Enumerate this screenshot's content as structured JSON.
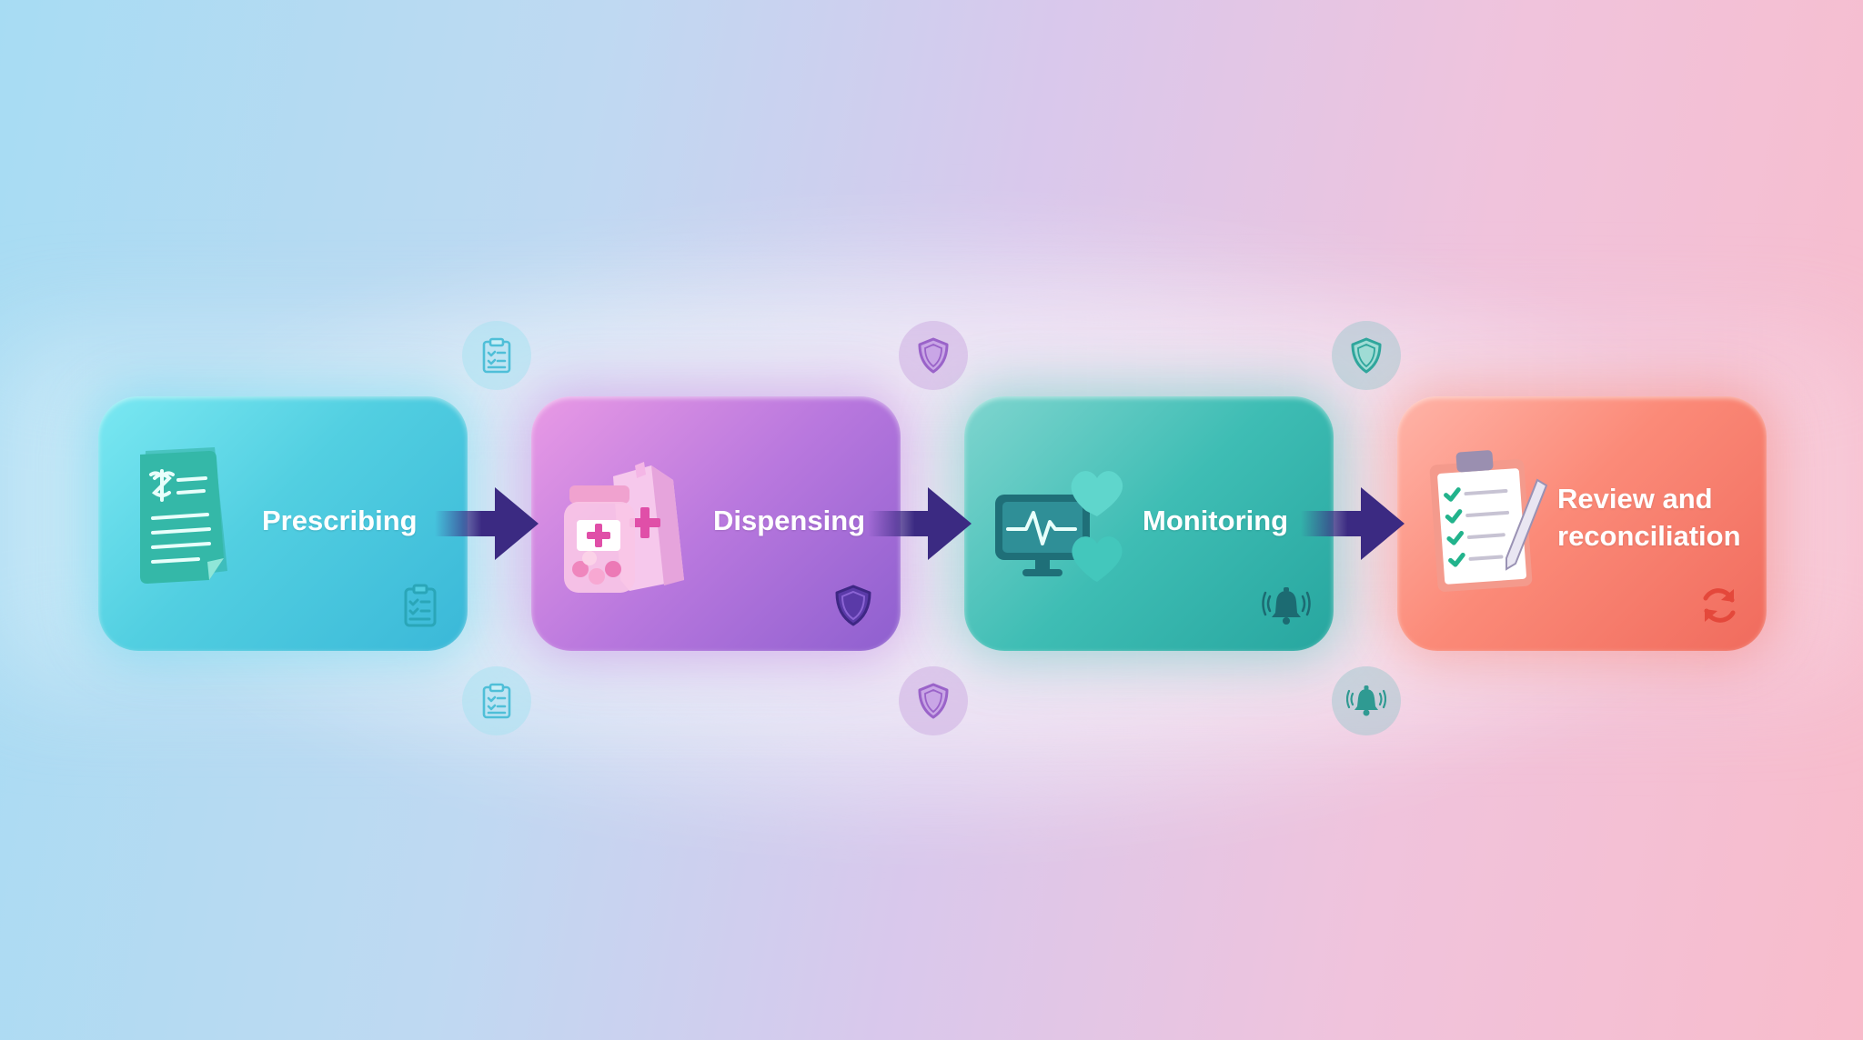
{
  "steps": [
    {
      "label": "Prescribing",
      "illustration": "prescription-document-icon",
      "corner_icon": "clipboard-check-icon",
      "color": "#4fcfe0"
    },
    {
      "label": "Dispensing",
      "illustration": "medicine-bottle-and-bag-icon",
      "corner_icon": "shield-icon",
      "color": "#b57ad9"
    },
    {
      "label": "Monitoring",
      "illustration": "heart-monitor-icon",
      "corner_icon": "alarm-bell-icon",
      "color": "#3ebdb4"
    },
    {
      "label": "Review and reconciliation",
      "label_lines": [
        "Review and",
        "reconciliation"
      ],
      "illustration": "checklist-clipboard-icon",
      "corner_icon": "refresh-icon",
      "color": "#f47c6c"
    }
  ],
  "connector_badges": [
    {
      "icon": "clipboard-check-icon",
      "color": "#4fbfd8"
    },
    {
      "icon": "shield-icon",
      "color": "#9a63c9"
    },
    {
      "icon": "shield-icon",
      "color": "#2fa69c"
    },
    {
      "icon": "alarm-bell-icon",
      "color": "#2f9a92"
    }
  ],
  "arrow_color": "#3b2a82"
}
